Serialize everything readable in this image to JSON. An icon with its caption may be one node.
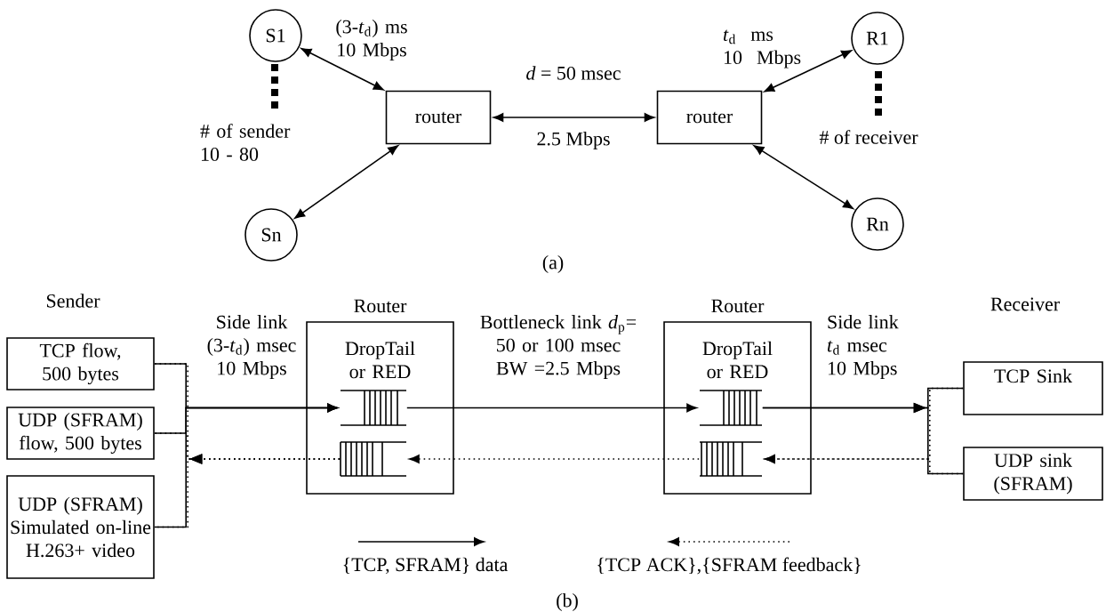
{
  "diagram": {
    "nodes": [
      {
        "text": [
          "S1"
        ]
      },
      {
        "text": [
          "Sn"
        ]
      },
      {
        "text": [
          "router"
        ]
      },
      {
        "text": [
          "router"
        ]
      },
      {
        "text": [
          "R1"
        ]
      },
      {
        "text": [
          "Rn"
        ]
      },
      {
        "text": [
          "Router",
          "DropTail or RED"
        ]
      },
      {
        "text": [
          "Router",
          "DropTail or RED"
        ]
      },
      {
        "text": [
          "TCP flow, 500 bytes"
        ]
      },
      {
        "text": [
          "UDP (SFRAM) flow, 500 bytes"
        ]
      },
      {
        "text": [
          "UDP (SFRAM) Simulated on-line H.263+ video"
        ]
      },
      {
        "text": [
          "TCP Sink"
        ]
      },
      {
        "text": [
          "UDP sink (SFRAM)"
        ]
      },
      {
        "text": [],
        "shape": "queue",
        "in": 6
      },
      {
        "text": [],
        "shape": "queue",
        "in": 6
      },
      {
        "text": [],
        "shape": "queue",
        "in": 7
      },
      {
        "text": [],
        "shape": "queue",
        "in": 7
      }
    ],
    "edges": [
      {
        "from": 0,
        "to": 2,
        "arrow": "both"
      },
      {
        "from": 1,
        "to": 2,
        "arrow": "both"
      },
      {
        "from": 2,
        "to": 3,
        "arrow": "both"
      },
      {
        "from": 3,
        "to": 4,
        "arrow": "both"
      },
      {
        "from": 3,
        "to": 5,
        "arrow": "both"
      },
      {
        "from": 8,
        "to": 13,
        "arrow": "to"
      },
      {
        "from": 9,
        "to": 13,
        "arrow": "to"
      },
      {
        "from": 10,
        "to": 13,
        "arrow": "to"
      },
      {
        "from": 13,
        "to": 15,
        "arrow": "to",
        "label": "Bottleneck link *d*$_{p}$= 50 or 100 msec BW =2.5 Mbps"
      },
      {
        "from": 15,
        "to": 11,
        "arrow": "to"
      },
      {
        "from": 15,
        "to": 12,
        "arrow": "to"
      },
      {
        "from": 16,
        "to": 14,
        "arrow": "to",
        "style": "dashed"
      },
      {
        "from": 14,
        "to": 8,
        "arrow": "to",
        "style": "dashed"
      },
      {
        "from": 14,
        "to": 9,
        "arrow": "to",
        "style": "dashed"
      },
      {
        "from": 14,
        "to": 10,
        "arrow": "to",
        "style": "dashed"
      },
      {
        "from": 11,
        "to": 16,
        "arrow": "to",
        "style": "dashed"
      },
      {
        "from": 12,
        "to": 16,
        "arrow": "to",
        "style": "dashed"
      }
    ],
    "labels": [
      "(3-*t*$_{d}$) ms 10 Mbps",
      "*d* = 50 msec",
      "2.5 Mbps",
      "*t*$_{d}$ ms 10 Mbps",
      "# of sender 10 - 80",
      "# of receiver",
      "(a)",
      "Sender",
      "Side link (3-*t*$_{d}$) msec 10 Mbps",
      "Receiver",
      "Side link *t*$_{d}$ msec 10 Mbps",
      "(b)"
    ],
    "legend": [
      {
        "text": "{TCP, SFRAM} data"
      },
      {
        "text": "{TCP ACK},{SFRAM feedback}"
      }
    ]
  }
}
